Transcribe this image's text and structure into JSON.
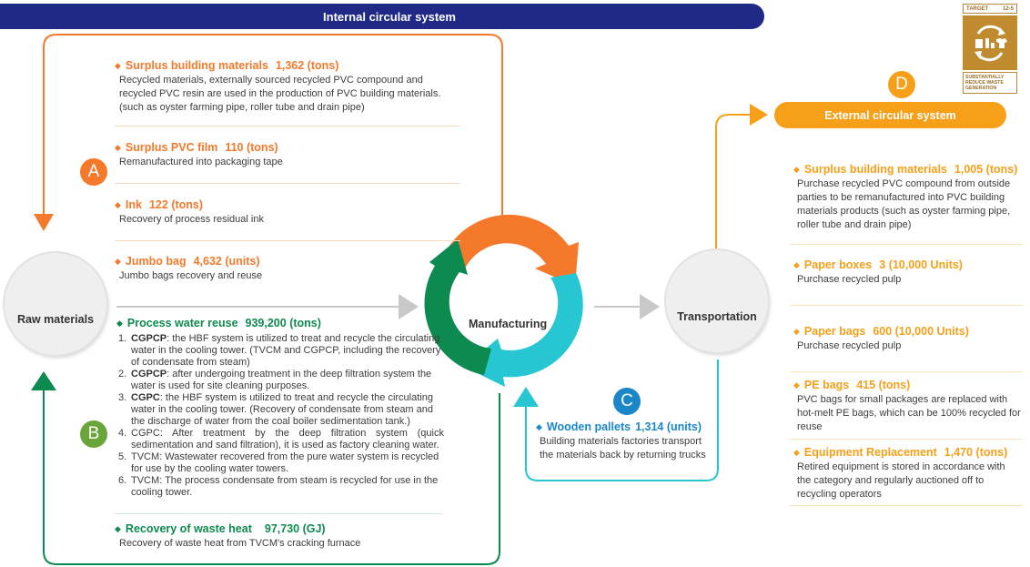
{
  "internal_banner": "Internal circular system",
  "external_banner": "External circular system",
  "sdg": {
    "target_label": "TARGET",
    "target_number": "12-5",
    "caption": "SUBSTANTIALLY REDUCE WASTE GENERATION",
    "icon": "recycle-icon",
    "color": "#bf8b2e"
  },
  "badges": {
    "A": "A",
    "B": "B",
    "C": "C",
    "D": "D"
  },
  "nodes": {
    "raw_materials": "Raw materials",
    "manufacturing": "Manufacturing",
    "transportation": "Transportation"
  },
  "colors": {
    "internal_banner": "#1e2a86",
    "orange": "#f4792a",
    "green": "#0d8a4f",
    "teal": "#26c6d2",
    "blue": "#1a87c9",
    "amber": "#f6a01a",
    "gray_arrow": "#c8c8c8"
  },
  "section_a": {
    "items": [
      {
        "name": "Surplus building materials",
        "value": "1,362 (tons)",
        "desc": "Recycled materials, externally sourced recycled PVC compound and recycled PVC resin are used in the production of PVC building materials. (such as oyster farming pipe, roller tube and drain pipe)"
      },
      {
        "name": "Surplus PVC film",
        "value": "110 (tons)",
        "desc": "Remanufactured into packaging tape"
      },
      {
        "name": "Ink",
        "value": "122 (tons)",
        "desc": "Recovery of process residual ink"
      },
      {
        "name": "Jumbo bag",
        "value": "4,632 (units)",
        "desc": "Jumbo bags recovery and reuse"
      }
    ]
  },
  "section_b": {
    "water": {
      "name": "Process water reuse",
      "value": "939,200 (tons)",
      "points": [
        {
          "num": "1.",
          "key": "CGPCP",
          "text": ": the HBF system is utilized to treat and recycle the circulating water in the cooling tower. (TVCM and CGPCP, including the recovery of condensate from steam)"
        },
        {
          "num": "2.",
          "key": "CGPCP",
          "text": ": after undergoing treatment in the deep filtration system the water is used for site cleaning purposes."
        },
        {
          "num": "3.",
          "key": "CGPC",
          "text": ": the HBF system is utilized to treat and recycle the circulating water in the cooling tower. (Recovery of condensate from steam and the discharge of water from the coal boiler sedimentation tank.)"
        },
        {
          "num": "4.",
          "key": "CGPC:",
          "text": " After treatment by the deep filtration system (quick sedimentation and sand filtration), it is used as factory cleaning water."
        },
        {
          "num": "5.",
          "key": "TVCM:",
          "text": " Wastewater recovered from the pure water system is recycled for use by the cooling water towers."
        },
        {
          "num": "6.",
          "key": "TVCM:",
          "text": " The process condensate from steam is recycled for use in the cooling tower."
        }
      ]
    },
    "heat": {
      "name": "Recovery of waste heat",
      "value": "97,730 (GJ)",
      "desc": "Recovery of waste heat from TVCM's cracking furnace"
    }
  },
  "section_c": {
    "name": "Wooden pallets",
    "value": "1,314 (units)",
    "desc": "Building materials factories transport the materials back by returning trucks"
  },
  "section_d": {
    "items": [
      {
        "name": "Surplus building materials",
        "value": "1,005 (tons)",
        "desc": "Purchase recycled PVC compound from outside parties to be remanufactured into PVC building materials products (such as oyster farming pipe, roller tube and drain pipe)"
      },
      {
        "name": "Paper boxes",
        "value": "3 (10,000 Units)",
        "desc": "Purchase recycled pulp"
      },
      {
        "name": "Paper bags",
        "value": "600 (10,000 Units)",
        "desc": "Purchase recycled pulp"
      },
      {
        "name": "PE bags",
        "value": "415 (tons)",
        "desc": "PVC bags for small packages are replaced with hot-melt PE bags, which can be 100% recycled for reuse"
      },
      {
        "name": "Equipment Replacement",
        "value": "1,470 (tons)",
        "desc": "Retired equipment is stored in accordance with the category and regularly auctioned off to recycling operators"
      }
    ]
  }
}
